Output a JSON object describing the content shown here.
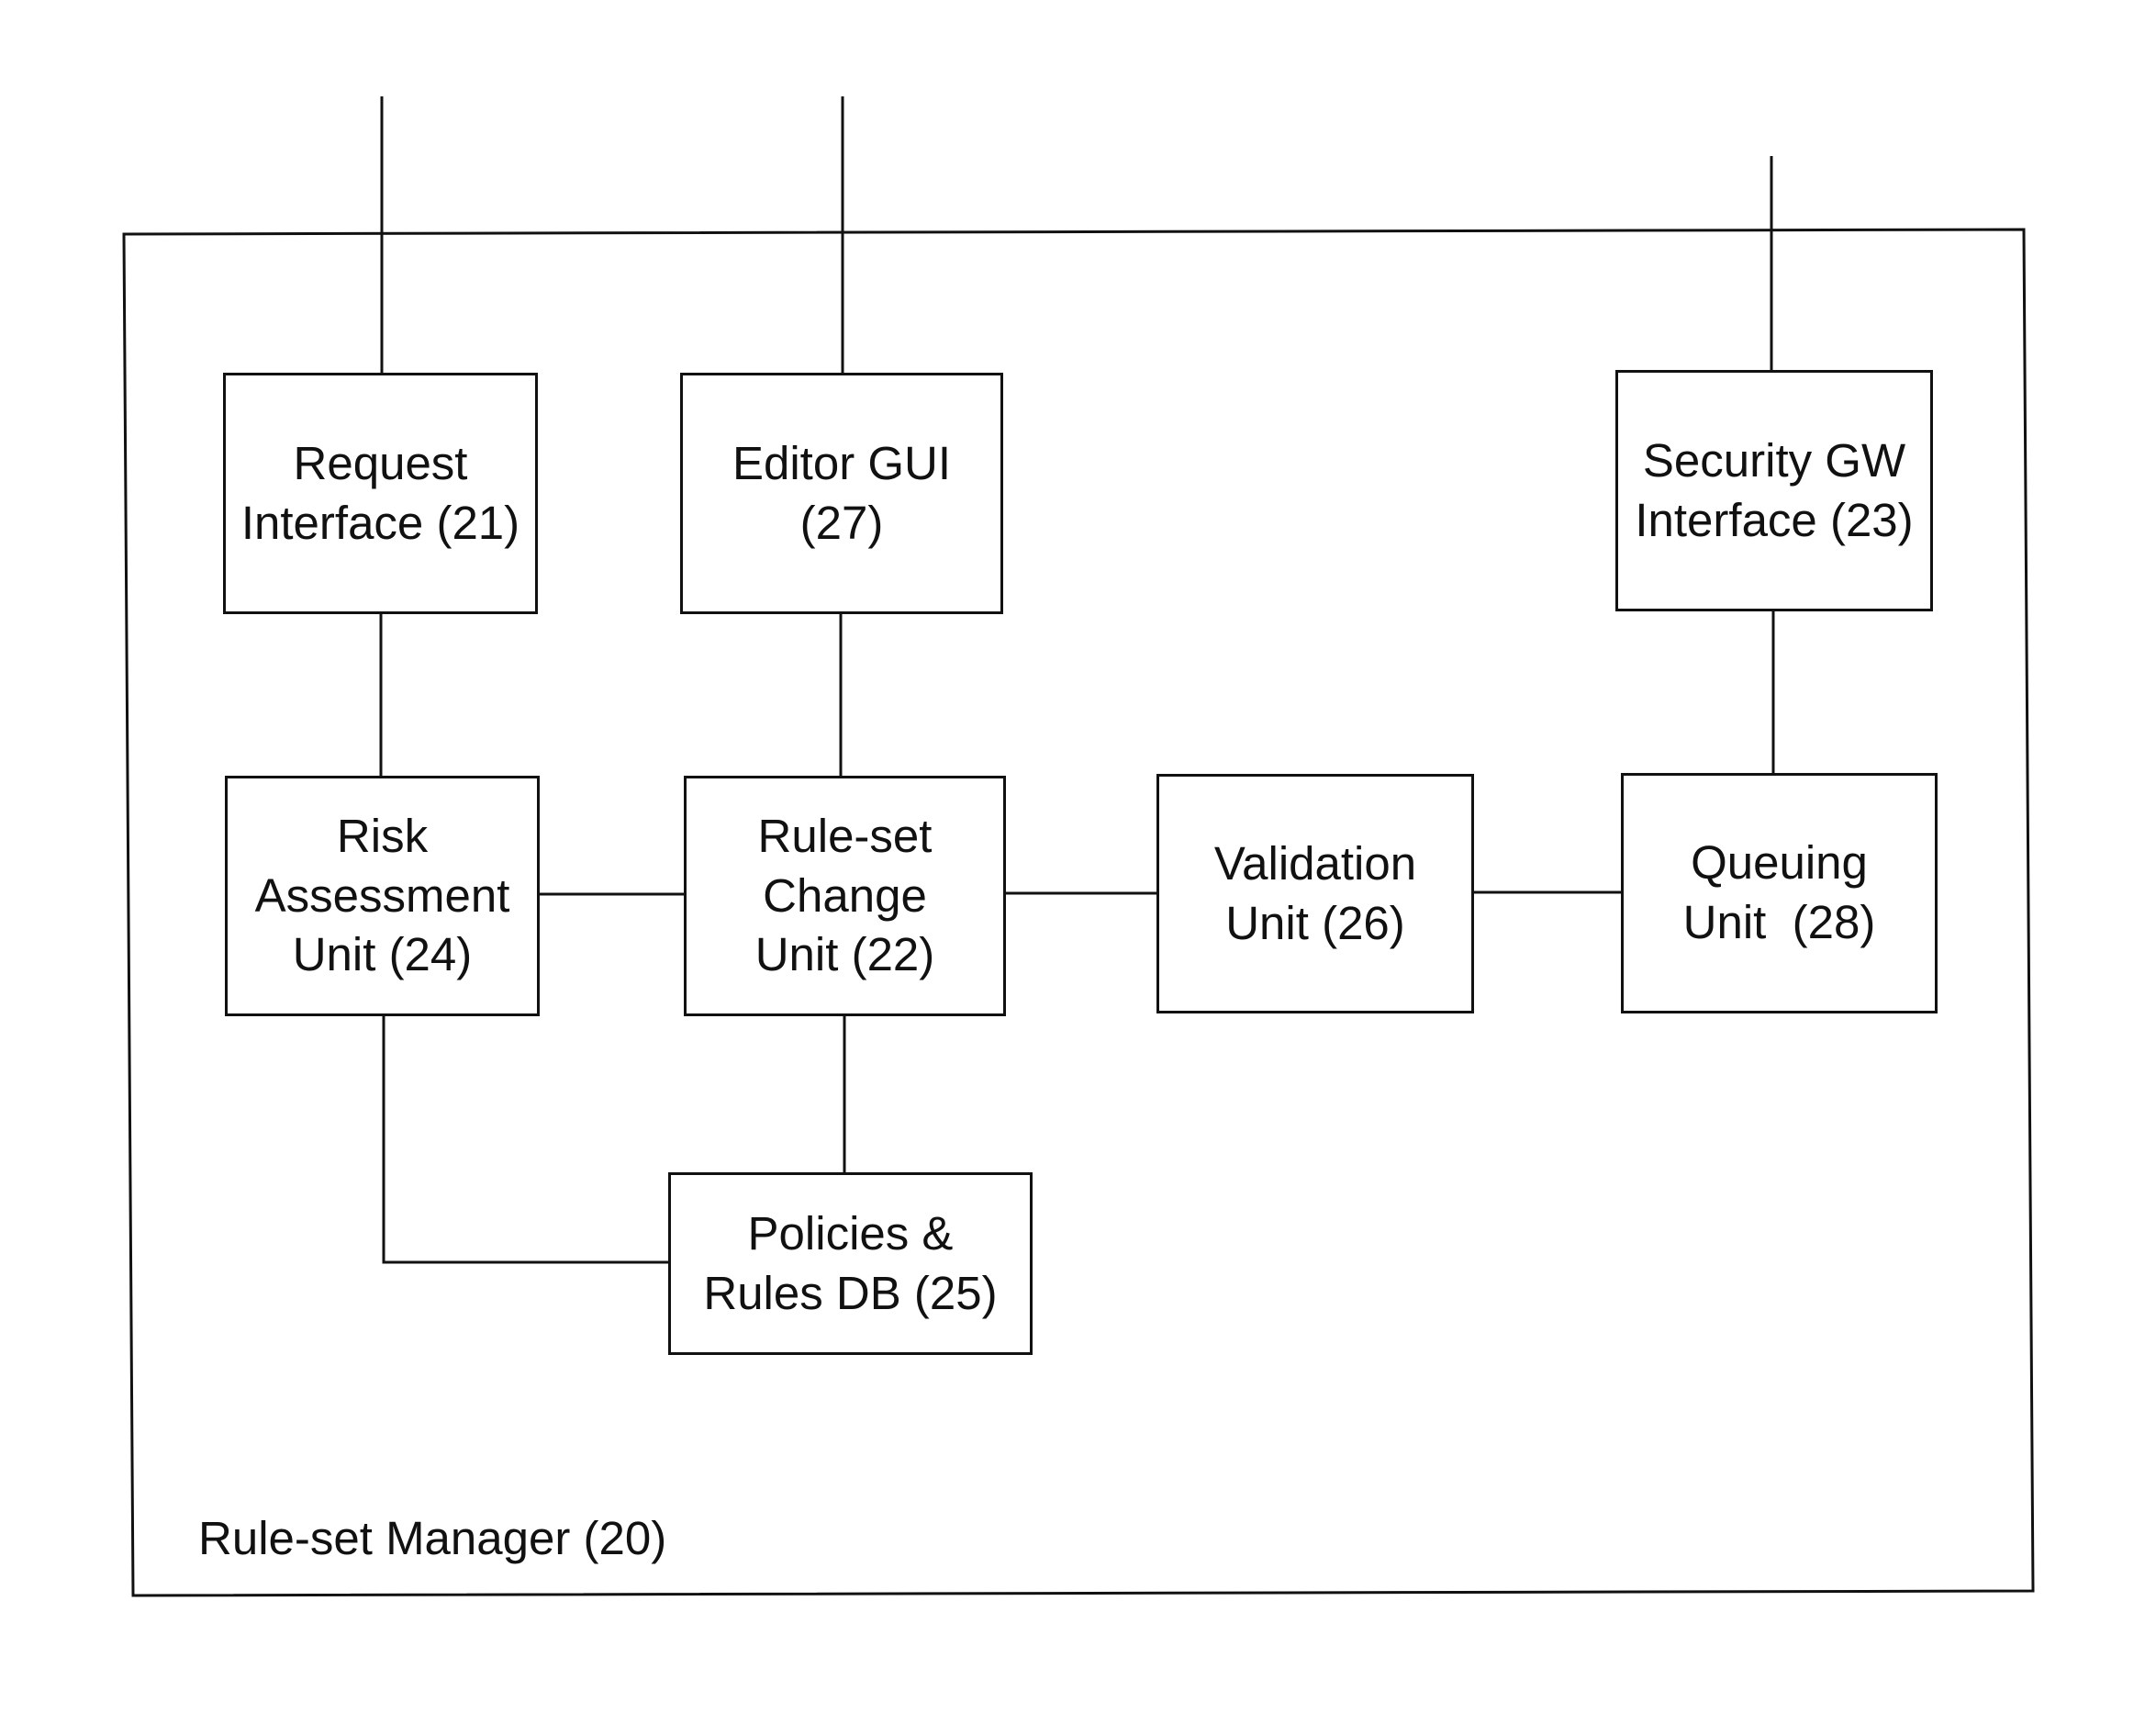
{
  "container": {
    "label": "Rule-set Manager (20)"
  },
  "blocks": {
    "request_interface": {
      "line1": "Request",
      "line2": "Interface (21)"
    },
    "editor_gui": {
      "line1": "Editor GUI",
      "line2": "(27)"
    },
    "security_gw_interface": {
      "line1": "Security GW",
      "line2": "Interface (23)"
    },
    "risk_assessment_unit": {
      "line1": "Risk",
      "line2": "Assessment",
      "line3": "Unit (24)"
    },
    "ruleset_change_unit": {
      "line1": "Rule-set",
      "line2": "Change",
      "line3": "Unit (22)"
    },
    "validation_unit": {
      "line1": "Validation",
      "line2": "Unit (26)"
    },
    "queuing_unit": {
      "line1": "Queuing",
      "line2": "Unit  (28)"
    },
    "policies_rules_db": {
      "line1": "Policies &",
      "line2": "Rules DB (25)"
    }
  }
}
